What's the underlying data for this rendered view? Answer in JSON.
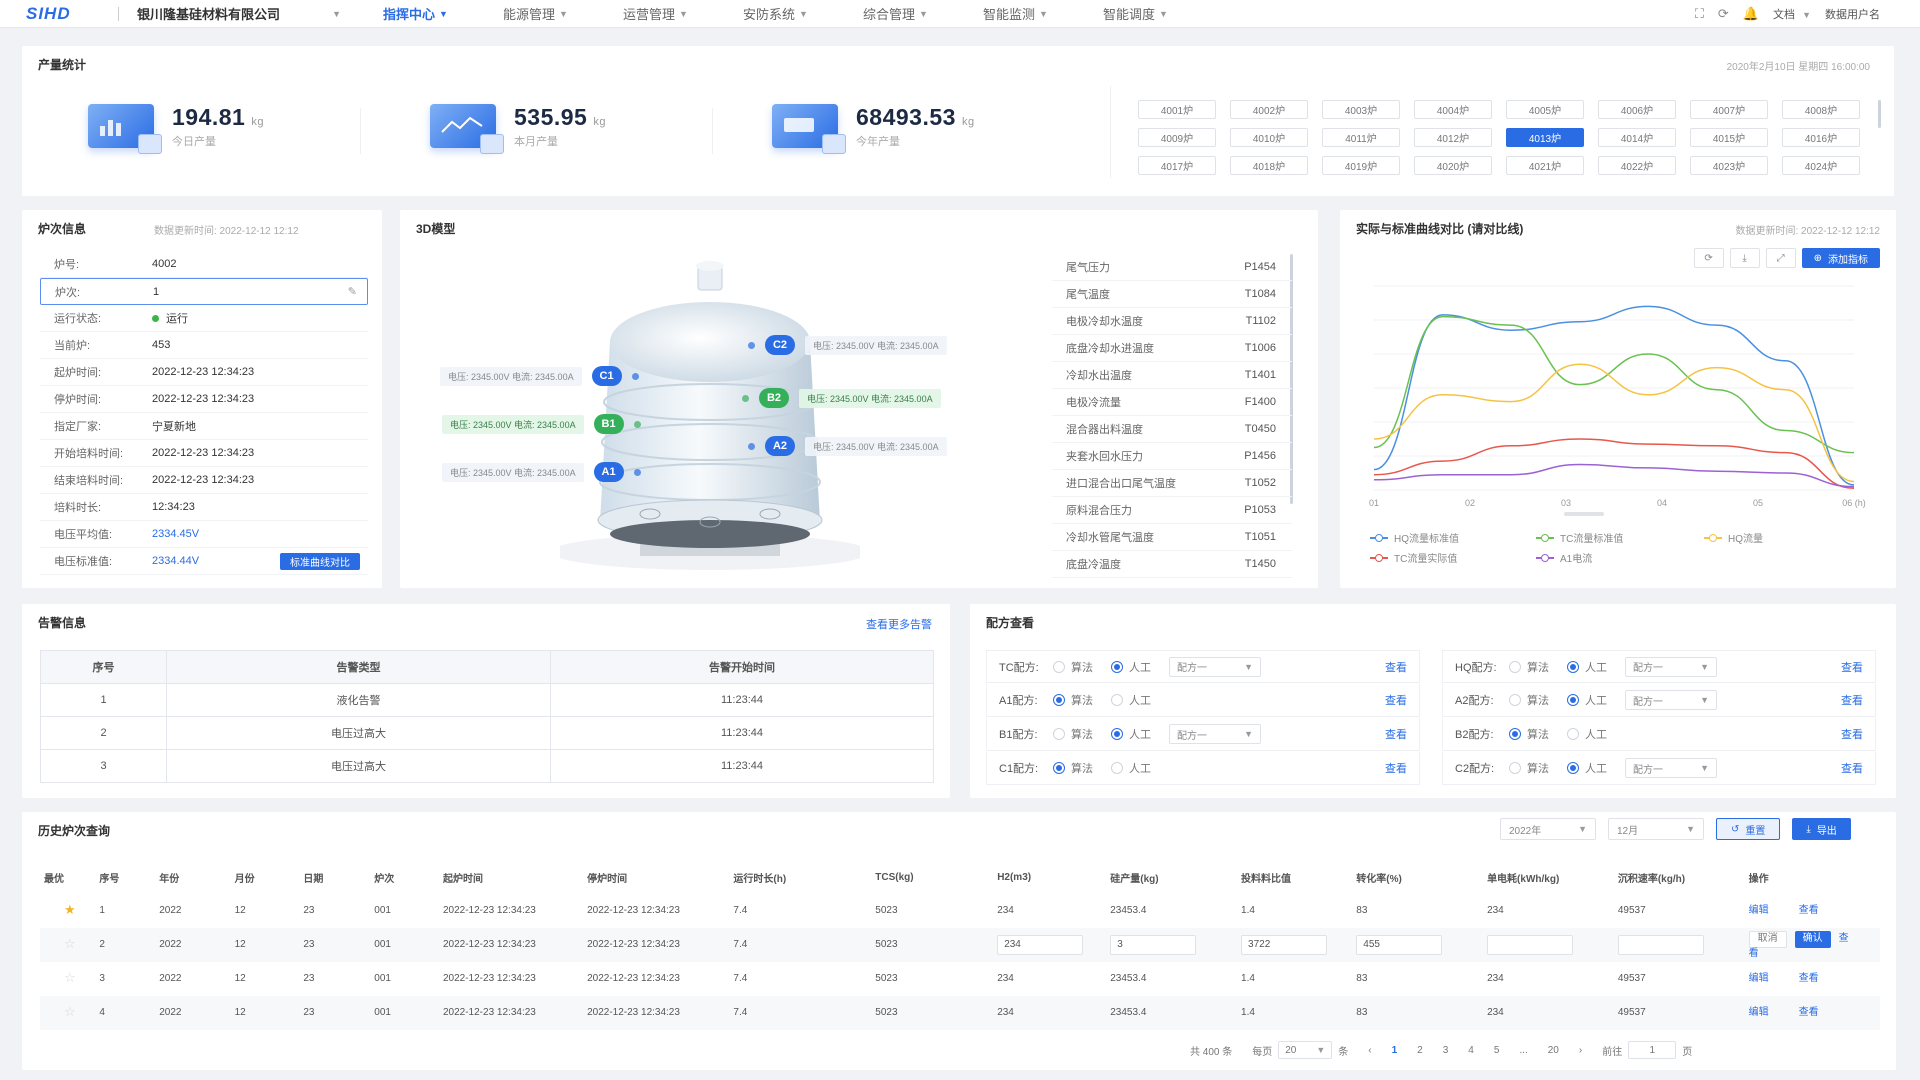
{
  "nav": {
    "logo": "SIHD",
    "company": "银川隆基硅材料有限公司",
    "menu": [
      {
        "label": "指挥中心",
        "active": true
      },
      {
        "label": "能源管理"
      },
      {
        "label": "运营管理"
      },
      {
        "label": "安防系统"
      },
      {
        "label": "综合管理"
      },
      {
        "label": "智能监测"
      },
      {
        "label": "智能调度"
      }
    ],
    "right": {
      "doc": "文档",
      "user": "数据用户名"
    }
  },
  "production": {
    "title": "产量统计",
    "datetime": "2020年2月10日  星期四  16:00:00",
    "cards": [
      {
        "value": "194.81",
        "unit": "kg",
        "label": "今日产量"
      },
      {
        "value": "535.95",
        "unit": "kg",
        "label": "本月产量"
      },
      {
        "value": "68493.53",
        "unit": "kg",
        "label": "今年产量"
      }
    ],
    "furnaces": [
      "4001炉",
      "4002炉",
      "4003炉",
      "4004炉",
      "4005炉",
      "4006炉",
      "4007炉",
      "4008炉",
      "4009炉",
      "4010炉",
      "4011炉",
      "4012炉",
      "4013炉",
      "4014炉",
      "4015炉",
      "4016炉",
      "4017炉",
      "4018炉",
      "4019炉",
      "4020炉",
      "4021炉",
      "4022炉",
      "4023炉",
      "4024炉"
    ],
    "active_furnace": 12
  },
  "furnace_info": {
    "title": "炉次信息",
    "update": "数据更新时间: 2022-12-12 12:12",
    "rows": [
      {
        "k": "炉号:",
        "v": "4002"
      },
      {
        "k": "炉次:",
        "v": "1"
      },
      {
        "k": "运行状态:",
        "v": "运行"
      },
      {
        "k": "当前炉:",
        "v": "453"
      },
      {
        "k": "起炉时间:",
        "v": "2022-12-23  12:34:23"
      },
      {
        "k": "停炉时间:",
        "v": "2022-12-23  12:34:23"
      },
      {
        "k": "指定厂家:",
        "v": "宁夏新地"
      },
      {
        "k": "开始培料时间:",
        "v": "2022-12-23  12:34:23"
      },
      {
        "k": "结束培料时间:",
        "v": "2022-12-23  12:34:23"
      },
      {
        "k": "培料时长:",
        "v": "12:34:23"
      },
      {
        "k": "电压平均值:",
        "v": "2334.45V"
      },
      {
        "k": "电压标准值:",
        "v": "2334.44V"
      }
    ],
    "view_btn": "标准曲线对比"
  },
  "model": {
    "title": "3D模型",
    "tags": [
      {
        "id": "C2",
        "text": "电压: 2345.00V  电流: 2345.00A",
        "color": "blue"
      },
      {
        "id": "C1",
        "text": "电压: 2345.00V  电流: 2345.00A",
        "color": "blue"
      },
      {
        "id": "B2",
        "text": "电压: 2345.00V  电流: 2345.00A",
        "color": "green"
      },
      {
        "id": "B1",
        "text": "电压: 2345.00V  电流: 2345.00A",
        "color": "green"
      },
      {
        "id": "A2",
        "text": "电压: 2345.00V  电流: 2345.00A",
        "color": "blue"
      },
      {
        "id": "A1",
        "text": "电压: 2345.00V  电流: 2345.00A",
        "color": "blue"
      }
    ],
    "params": [
      {
        "k": "尾气压力",
        "v": "P1454"
      },
      {
        "k": "尾气温度",
        "v": "T1084"
      },
      {
        "k": "电极冷却水温度",
        "v": "T1102"
      },
      {
        "k": "底盘冷却水进温度",
        "v": "T1006"
      },
      {
        "k": "冷却水出温度",
        "v": "T1401"
      },
      {
        "k": "电极冷流量",
        "v": "F1400"
      },
      {
        "k": "混合器出料温度",
        "v": "T0450"
      },
      {
        "k": "夹套水回水压力",
        "v": "P1456"
      },
      {
        "k": "进口混合出口尾气温度",
        "v": "T1052"
      },
      {
        "k": "原料混合压力",
        "v": "P1053"
      },
      {
        "k": "冷却水管尾气温度",
        "v": "T1051"
      },
      {
        "k": "底盘冷温度",
        "v": "T1450"
      }
    ]
  },
  "trend": {
    "title": "实际与标准曲线对比 (请对比线)",
    "update": "数据更新时间: 2022-12-12 12:12",
    "add_btn": "添加指标"
  },
  "chart_data": {
    "type": "line",
    "x": [
      "01",
      "02",
      "03",
      "04",
      "05",
      "06"
    ],
    "x_last_label": "06 (h)",
    "ylim": [
      0,
      12
    ],
    "grid": true,
    "legend_placement": "bottom-left",
    "series": [
      {
        "name": "HQ流量标准值",
        "color": "#4a90e2",
        "values": [
          1.2,
          10.3,
          9.4,
          9.9,
          10.8,
          9.7,
          7.6,
          0.3
        ]
      },
      {
        "name": "TC流量标准值",
        "color": "#68c150",
        "values": [
          2.5,
          10.2,
          9.7,
          6.2,
          8.0,
          5.9,
          3.5,
          2.2
        ]
      },
      {
        "name": "HQ流量",
        "color": "#f5c242",
        "values": [
          3.0,
          5.6,
          5.2,
          7.4,
          5.6,
          7.2,
          5.9,
          0.5
        ]
      },
      {
        "name": "TC流量实际值",
        "color": "#e8574c",
        "values": [
          0.9,
          1.7,
          2.6,
          3.0,
          2.7,
          2.6,
          2.2,
          0.1
        ]
      },
      {
        "name": "A1电流",
        "color": "#9b62d4",
        "values": [
          0.6,
          0.9,
          0.9,
          1.5,
          1.3,
          1.1,
          1.0,
          0.2
        ]
      }
    ]
  },
  "alarm": {
    "title": "告警信息",
    "link": "查看更多告警",
    "headers": [
      "序号",
      "告警类型",
      "告警开始时间"
    ],
    "rows": [
      [
        "1",
        "液化告警",
        "11:23:44"
      ],
      [
        "2",
        "电压过高大",
        "11:23:44"
      ],
      [
        "3",
        "电压过高大",
        "11:23:44"
      ]
    ]
  },
  "recipe": {
    "title": "配方查看",
    "opt_algo": "算法",
    "opt_manual": "人工",
    "select_label": "配方一",
    "view": "查看",
    "left": [
      {
        "k": "TC配方:",
        "sel": "manual",
        "select": true
      },
      {
        "k": "A1配方:",
        "sel": "algo",
        "select": false
      },
      {
        "k": "B1配方:",
        "sel": "manual",
        "select": true
      },
      {
        "k": "C1配方:",
        "sel": "algo",
        "select": false
      }
    ],
    "right": [
      {
        "k": "HQ配方:",
        "sel": "manual",
        "select": true
      },
      {
        "k": "A2配方:",
        "sel": "manual",
        "select": true
      },
      {
        "k": "B2配方:",
        "sel": "algo",
        "select": false
      },
      {
        "k": "C2配方:",
        "sel": "manual",
        "select": true
      }
    ]
  },
  "history": {
    "title": "历史炉次查询",
    "year": "2022年",
    "month": "12月",
    "reset": "重置",
    "export": "导出",
    "headers": [
      "最优",
      "序号",
      "年份",
      "月份",
      "日期",
      "炉次",
      "起炉时间",
      "停炉时间",
      "运行时长(h)",
      "TCS(kg)",
      "H2(m3)",
      "硅产量(kg)",
      "投料料比值",
      "转化率(%)",
      "单电耗(kWh/kg)",
      "沉积速率(kg/h)",
      "操作"
    ],
    "rows": [
      {
        "star": true,
        "cells": [
          "1",
          "2022",
          "12",
          "23",
          "001",
          "2022-12-23 12:34:23",
          "2022-12-23 12:34:23",
          "7.4",
          "5023",
          "234",
          "23453.4",
          "1.4",
          "83",
          "234",
          "49537"
        ],
        "actions": [
          "编辑",
          "查看"
        ]
      },
      {
        "star": false,
        "edit": true,
        "cells": [
          "2",
          "2022",
          "12",
          "23",
          "001",
          "2022-12-23 12:34:23",
          "2022-12-23 12:34:23",
          "7.4",
          "5023",
          "234",
          "3",
          "3722",
          "455",
          "",
          ""
        ],
        "actions": [
          "取消",
          "确认",
          "查看"
        ]
      },
      {
        "star": false,
        "cells": [
          "3",
          "2022",
          "12",
          "23",
          "001",
          "2022-12-23 12:34:23",
          "2022-12-23 12:34:23",
          "7.4",
          "5023",
          "234",
          "23453.4",
          "1.4",
          "83",
          "234",
          "49537"
        ],
        "actions": [
          "编辑",
          "查看"
        ]
      },
      {
        "star": false,
        "cells": [
          "4",
          "2022",
          "12",
          "23",
          "001",
          "2022-12-23 12:34:23",
          "2022-12-23 12:34:23",
          "7.4",
          "5023",
          "234",
          "23453.4",
          "1.4",
          "83",
          "234",
          "49537"
        ],
        "actions": [
          "编辑",
          "查看"
        ]
      }
    ],
    "pager": {
      "total": "共 400 条",
      "per_label": "每页",
      "per": "20",
      "per_unit": "条",
      "pages": [
        "1",
        "2",
        "3",
        "4",
        "5",
        "...",
        "20"
      ],
      "goto": "前往",
      "goto_val": "1",
      "goto_unit": "页"
    }
  }
}
